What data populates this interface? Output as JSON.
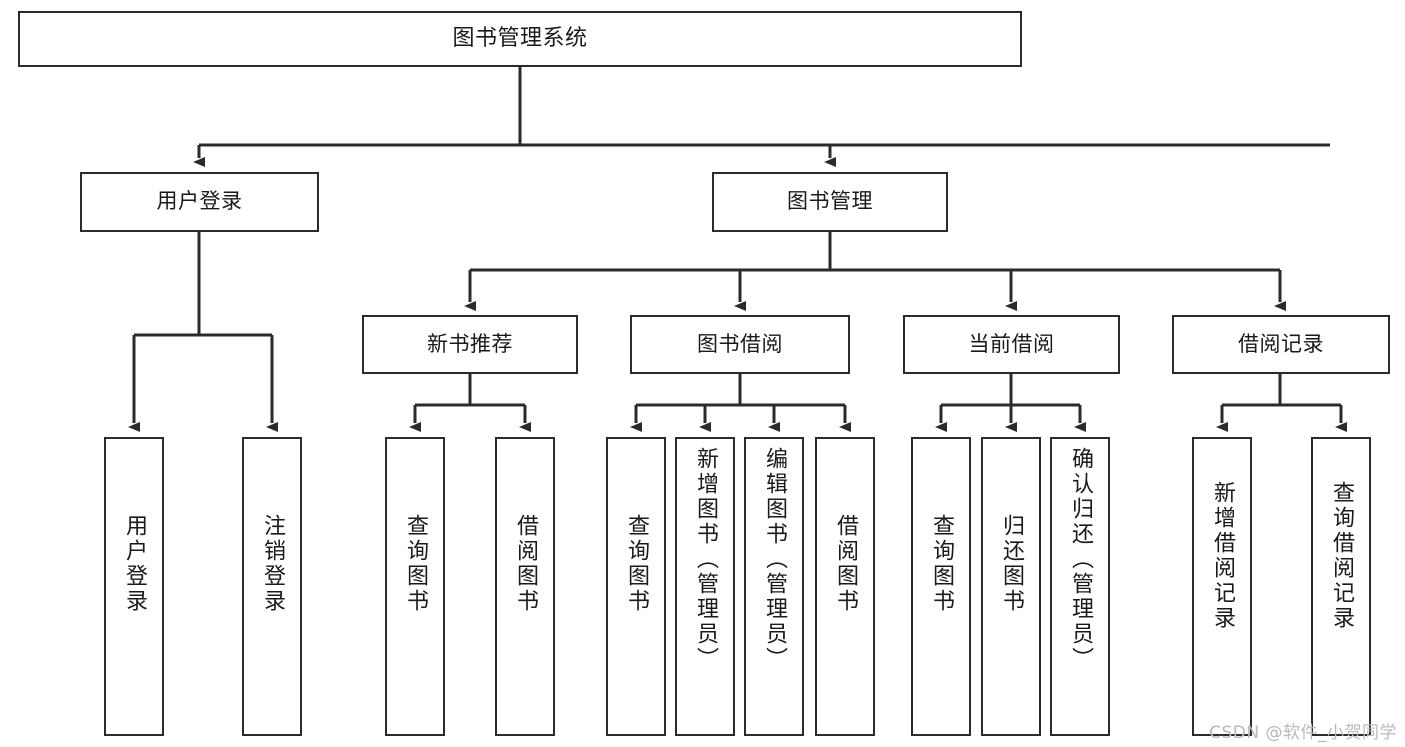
{
  "diagram": {
    "type": "hierarchy-tree",
    "title": "图书管理系统",
    "colors": {
      "background": "#ffffff",
      "line": "#2b2b2b",
      "box_border": "#2b2b2b",
      "box_fill": "#ffffff",
      "text": "#1a1a1a",
      "watermark": "#b9b9b9"
    },
    "root": {
      "label": "图书管理系统"
    },
    "level2": [
      {
        "label": "用户登录"
      },
      {
        "label": "图书管理"
      }
    ],
    "level3": [
      {
        "label": "新书推荐"
      },
      {
        "label": "图书借阅"
      },
      {
        "label": "当前借阅"
      },
      {
        "label": "借阅记录"
      }
    ],
    "leaves": {
      "user_login": [
        {
          "label": "用户登录"
        },
        {
          "label": "注销登录"
        }
      ],
      "new_book_recommend": [
        {
          "label": "查询图书"
        },
        {
          "label": "借阅图书"
        }
      ],
      "book_borrow": [
        {
          "label": "查询图书"
        },
        {
          "label": "新增图书（管理员）"
        },
        {
          "label": "编辑图书（管理员）"
        },
        {
          "label": "借阅图书"
        }
      ],
      "current_borrow": [
        {
          "label": "查询图书"
        },
        {
          "label": "归还图书"
        },
        {
          "label": "确认归还（管理员）"
        }
      ],
      "borrow_record": [
        {
          "label": "新增借阅记录"
        },
        {
          "label": "查询借阅记录"
        }
      ]
    }
  },
  "watermark": {
    "text": "CSDN @软件_小贺同学"
  }
}
